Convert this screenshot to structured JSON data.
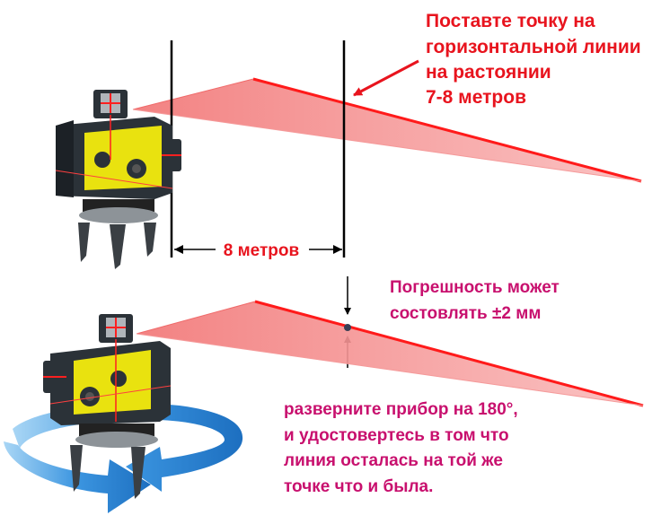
{
  "callout_top": {
    "lines": [
      "Поставте точку на",
      "горизонтальной линии",
      "на растоянии",
      "7-8 метров"
    ]
  },
  "distance_label": "8 метров",
  "callout_error": {
    "lines": [
      "Погрешность может",
      "состовлять ±2 мм"
    ]
  },
  "callout_bottom": {
    "lines": [
      "разверните прибор на 180°,",
      "и удостовертесь  в том что",
      "линия осталась на той же",
      "точке что и была."
    ]
  },
  "colors": {
    "laser": "#ff2020",
    "beam_fill": "#f58d8d",
    "text_red": "#e8141e",
    "text_magenta": "#c8106e",
    "device_body": "#2b3238",
    "device_panel": "#e9e20f",
    "rotate_arrow": "#2f8fdc"
  },
  "icons": {
    "laser_level_top": "laser-level-icon",
    "laser_level_bottom": "laser-level-icon",
    "rotation": "rotate-arrow-icon"
  }
}
